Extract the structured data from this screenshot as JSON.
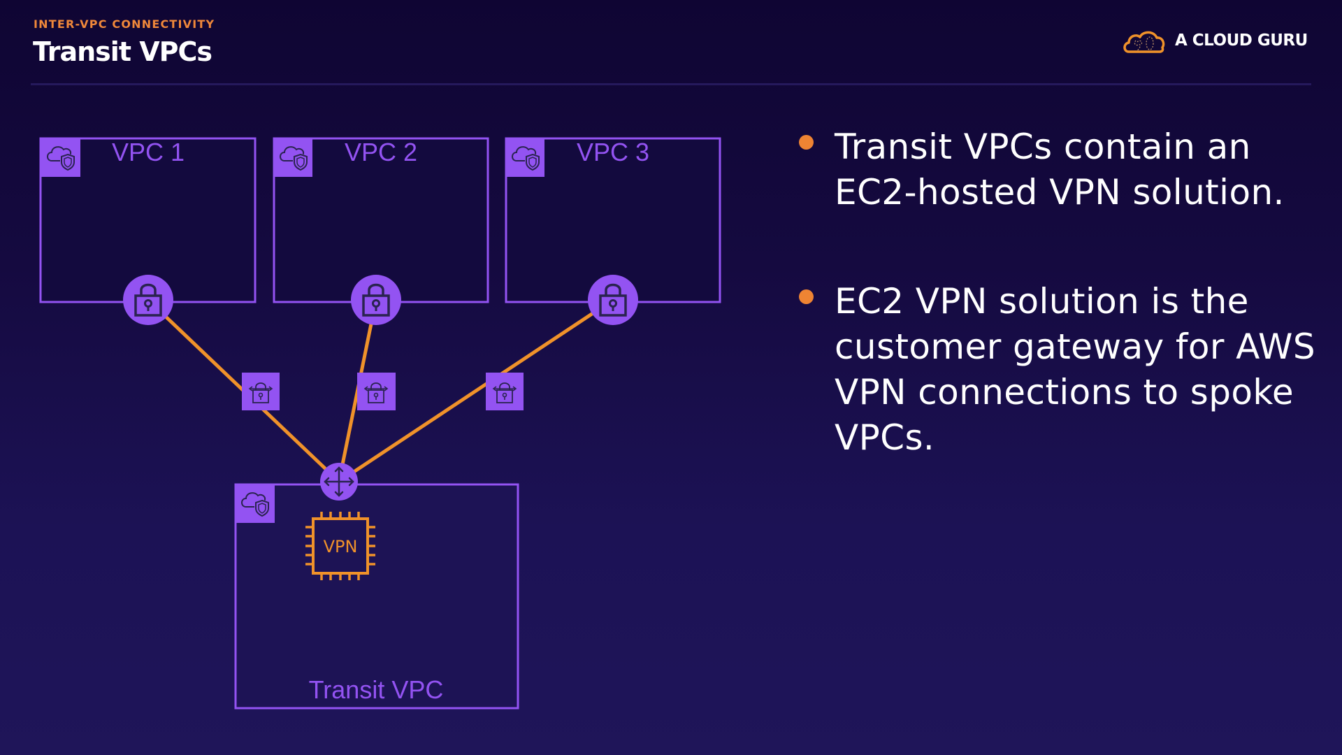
{
  "header": {
    "eyebrow": "INTER-VPC CONNECTIVITY",
    "title": "Transit VPCs",
    "logo_text": "A CLOUD GURU",
    "logo_icon": "cloud-guru-logo-icon"
  },
  "colors": {
    "background_top": "#0f0533",
    "background_bottom": "#1f1559",
    "accent_orange": "#f0883a",
    "connection_line": "#f0922a",
    "purple": "#9353f2",
    "icon_ink": "#2a2350",
    "text_white": "#ffffff"
  },
  "diagram": {
    "spoke_vpcs": [
      {
        "label": "VPC 1",
        "icon": "vpc-cloud-shield-icon",
        "endpoint_icon": "vpn-gateway-lock-icon"
      },
      {
        "label": "VPC 2",
        "icon": "vpc-cloud-shield-icon",
        "endpoint_icon": "vpn-gateway-lock-icon"
      },
      {
        "label": "VPC 3",
        "icon": "vpc-cloud-shield-icon",
        "endpoint_icon": "vpn-gateway-lock-icon"
      }
    ],
    "vpn_connections": [
      {
        "from": "VPC 1",
        "to": "Transit VPC",
        "icon": "vpn-connection-icon"
      },
      {
        "from": "VPC 2",
        "to": "Transit VPC",
        "icon": "vpn-connection-icon"
      },
      {
        "from": "VPC 3",
        "to": "Transit VPC",
        "icon": "vpn-connection-icon"
      }
    ],
    "transit_vpc": {
      "label": "Transit VPC",
      "icon": "vpc-cloud-shield-icon",
      "router_icon": "router-arrows-icon",
      "instance_label": "VPN",
      "instance_icon": "ec2-chip-icon"
    }
  },
  "bullets": [
    {
      "text": "Transit VPCs contain an EC2-hosted VPN solution."
    },
    {
      "text": "EC2 VPN solution is the customer gateway for AWS VPN connections to spoke VPCs."
    }
  ]
}
